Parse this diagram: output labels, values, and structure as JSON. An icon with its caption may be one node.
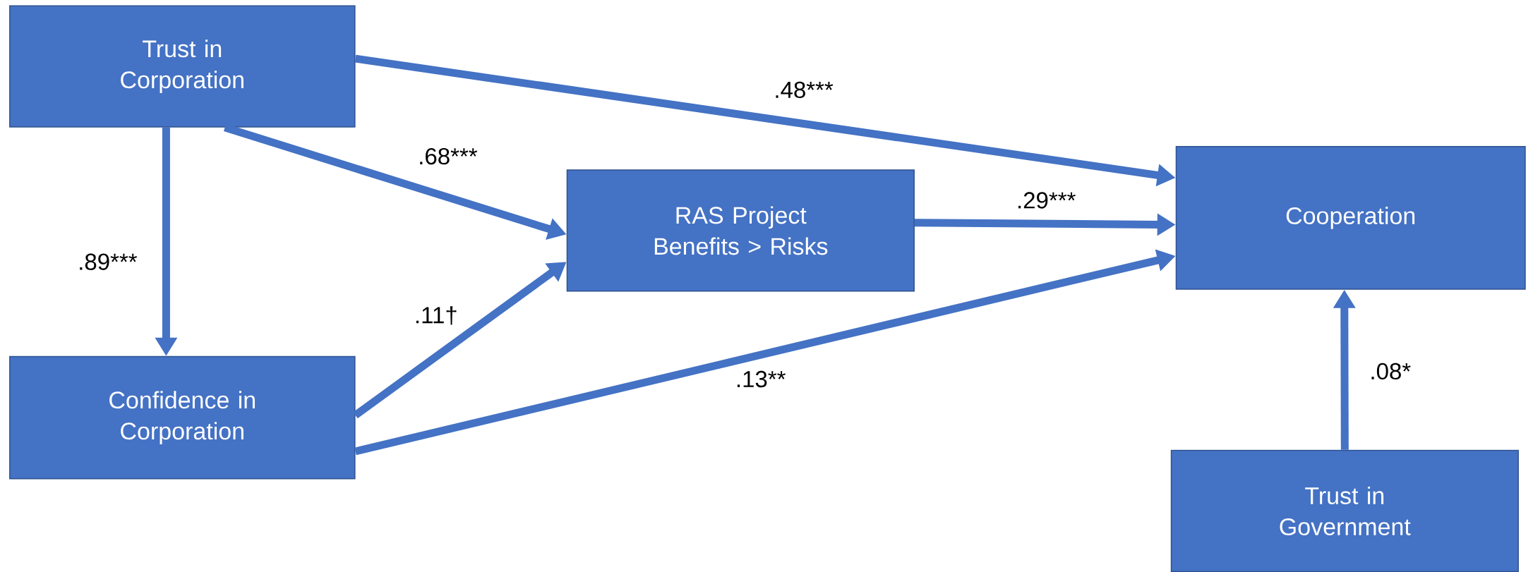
{
  "diagram": {
    "nodes": [
      {
        "text": [
          "Trust in Corporation"
        ]
      },
      {
        "text": [
          "RAS Project Benefits > Risks"
        ]
      },
      {
        "text": [
          "Cooperation"
        ]
      },
      {
        "text": [
          "Confidence in Corporation"
        ]
      },
      {
        "text": [
          "Trust in Government"
        ]
      }
    ],
    "edges": [
      {
        "from": 0,
        "to": 2,
        "arrow": "to",
        "label": ".48***"
      },
      {
        "from": 0,
        "to": 1,
        "arrow": "to",
        "label": ".68***"
      },
      {
        "from": 0,
        "to": 3,
        "arrow": "to",
        "label": ".89***"
      },
      {
        "from": 1,
        "to": 2,
        "arrow": "to",
        "label": ".29***"
      },
      {
        "from": 3,
        "to": 1,
        "arrow": "to",
        "label": ".11†"
      },
      {
        "from": 3,
        "to": 2,
        "arrow": "to",
        "label": ".13**"
      },
      {
        "from": 4,
        "to": 2,
        "arrow": "to",
        "label": ".08*"
      }
    ]
  }
}
